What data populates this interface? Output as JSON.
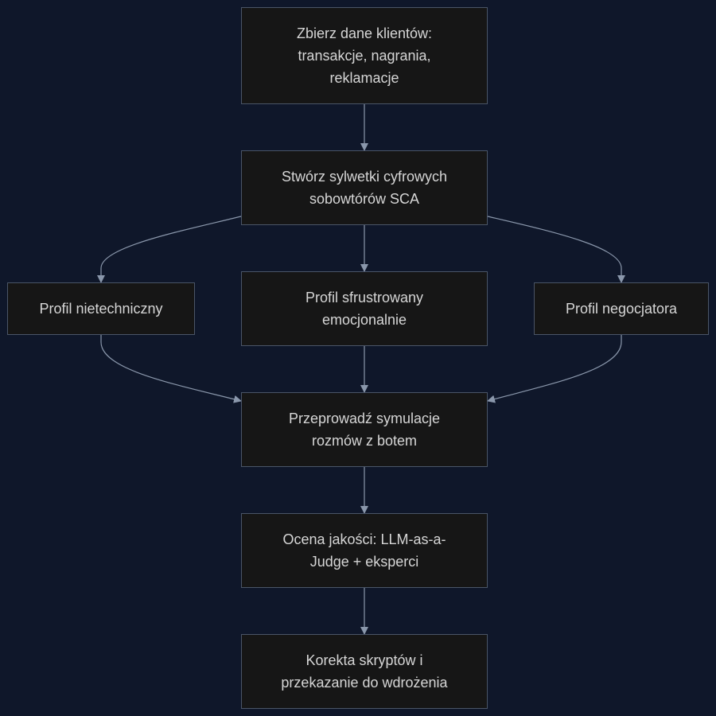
{
  "diagram": {
    "nodes": {
      "collect_data": "Zbierz dane klientów: transakcje, nagrania, reklamacje",
      "create_personas": "Stwórz sylwetki cyfrowych sobowtórów SCA",
      "profile_nontechnical": "Profil nietechniczny",
      "profile_frustrated": "Profil sfrustrowany emocjonalnie",
      "profile_negotiator": "Profil negocjatora",
      "run_simulations": "Przeprowadź symulacje rozmów z botem",
      "quality_assessment": "Ocena jakości: LLM-as-a-Judge + eksperci",
      "script_correction": "Korekta skryptów i przekazanie do wdrożenia"
    },
    "edges": [
      {
        "from": "collect_data",
        "to": "create_personas"
      },
      {
        "from": "create_personas",
        "to": "profile_nontechnical"
      },
      {
        "from": "create_personas",
        "to": "profile_frustrated"
      },
      {
        "from": "create_personas",
        "to": "profile_negotiator"
      },
      {
        "from": "profile_nontechnical",
        "to": "run_simulations"
      },
      {
        "from": "profile_frustrated",
        "to": "run_simulations"
      },
      {
        "from": "profile_negotiator",
        "to": "run_simulations"
      },
      {
        "from": "run_simulations",
        "to": "quality_assessment"
      },
      {
        "from": "quality_assessment",
        "to": "script_correction"
      }
    ],
    "colors": {
      "background": "#0f172a",
      "node_fill": "#161616",
      "node_border": "#4a5567",
      "node_text": "#d6d6d6",
      "edge": "#8a97ab"
    }
  }
}
